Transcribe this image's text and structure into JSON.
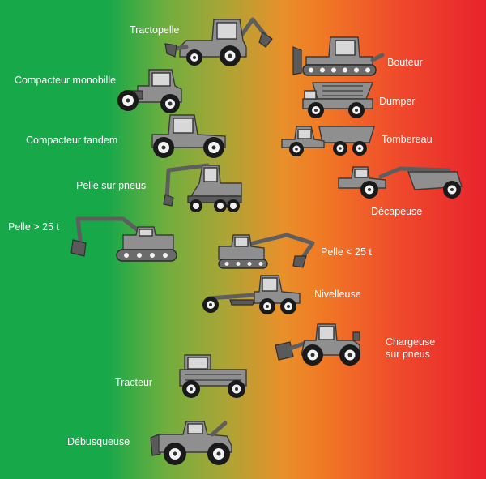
{
  "labels": {
    "tractopelle": "Tractopelle",
    "bouteur": "Bouteur",
    "compacteur_monobille": "Compacteur monobille",
    "dumper": "Dumper",
    "compacteur_tandem": "Compacteur tandem",
    "tombereau": "Tombereau",
    "pelle_sur_pneus": "Pelle sur pneus",
    "decapeuse": "Décapeuse",
    "pelle_plus_25t": "Pelle > 25 t",
    "pelle_moins_25t": "Pelle < 25 t",
    "nivelleuse": "Nivelleuse",
    "chargeuse_sur_pneus": "Chargeuse sur pneus",
    "tracteur": "Tracteur",
    "debusqueuse": "Débusqueuse"
  },
  "colors": {
    "gradient_left": "#17a84a",
    "gradient_middle": "#f07a25",
    "gradient_right": "#e8222c",
    "machine_body": "#8f8f8f",
    "label_text": "#ffffff"
  }
}
